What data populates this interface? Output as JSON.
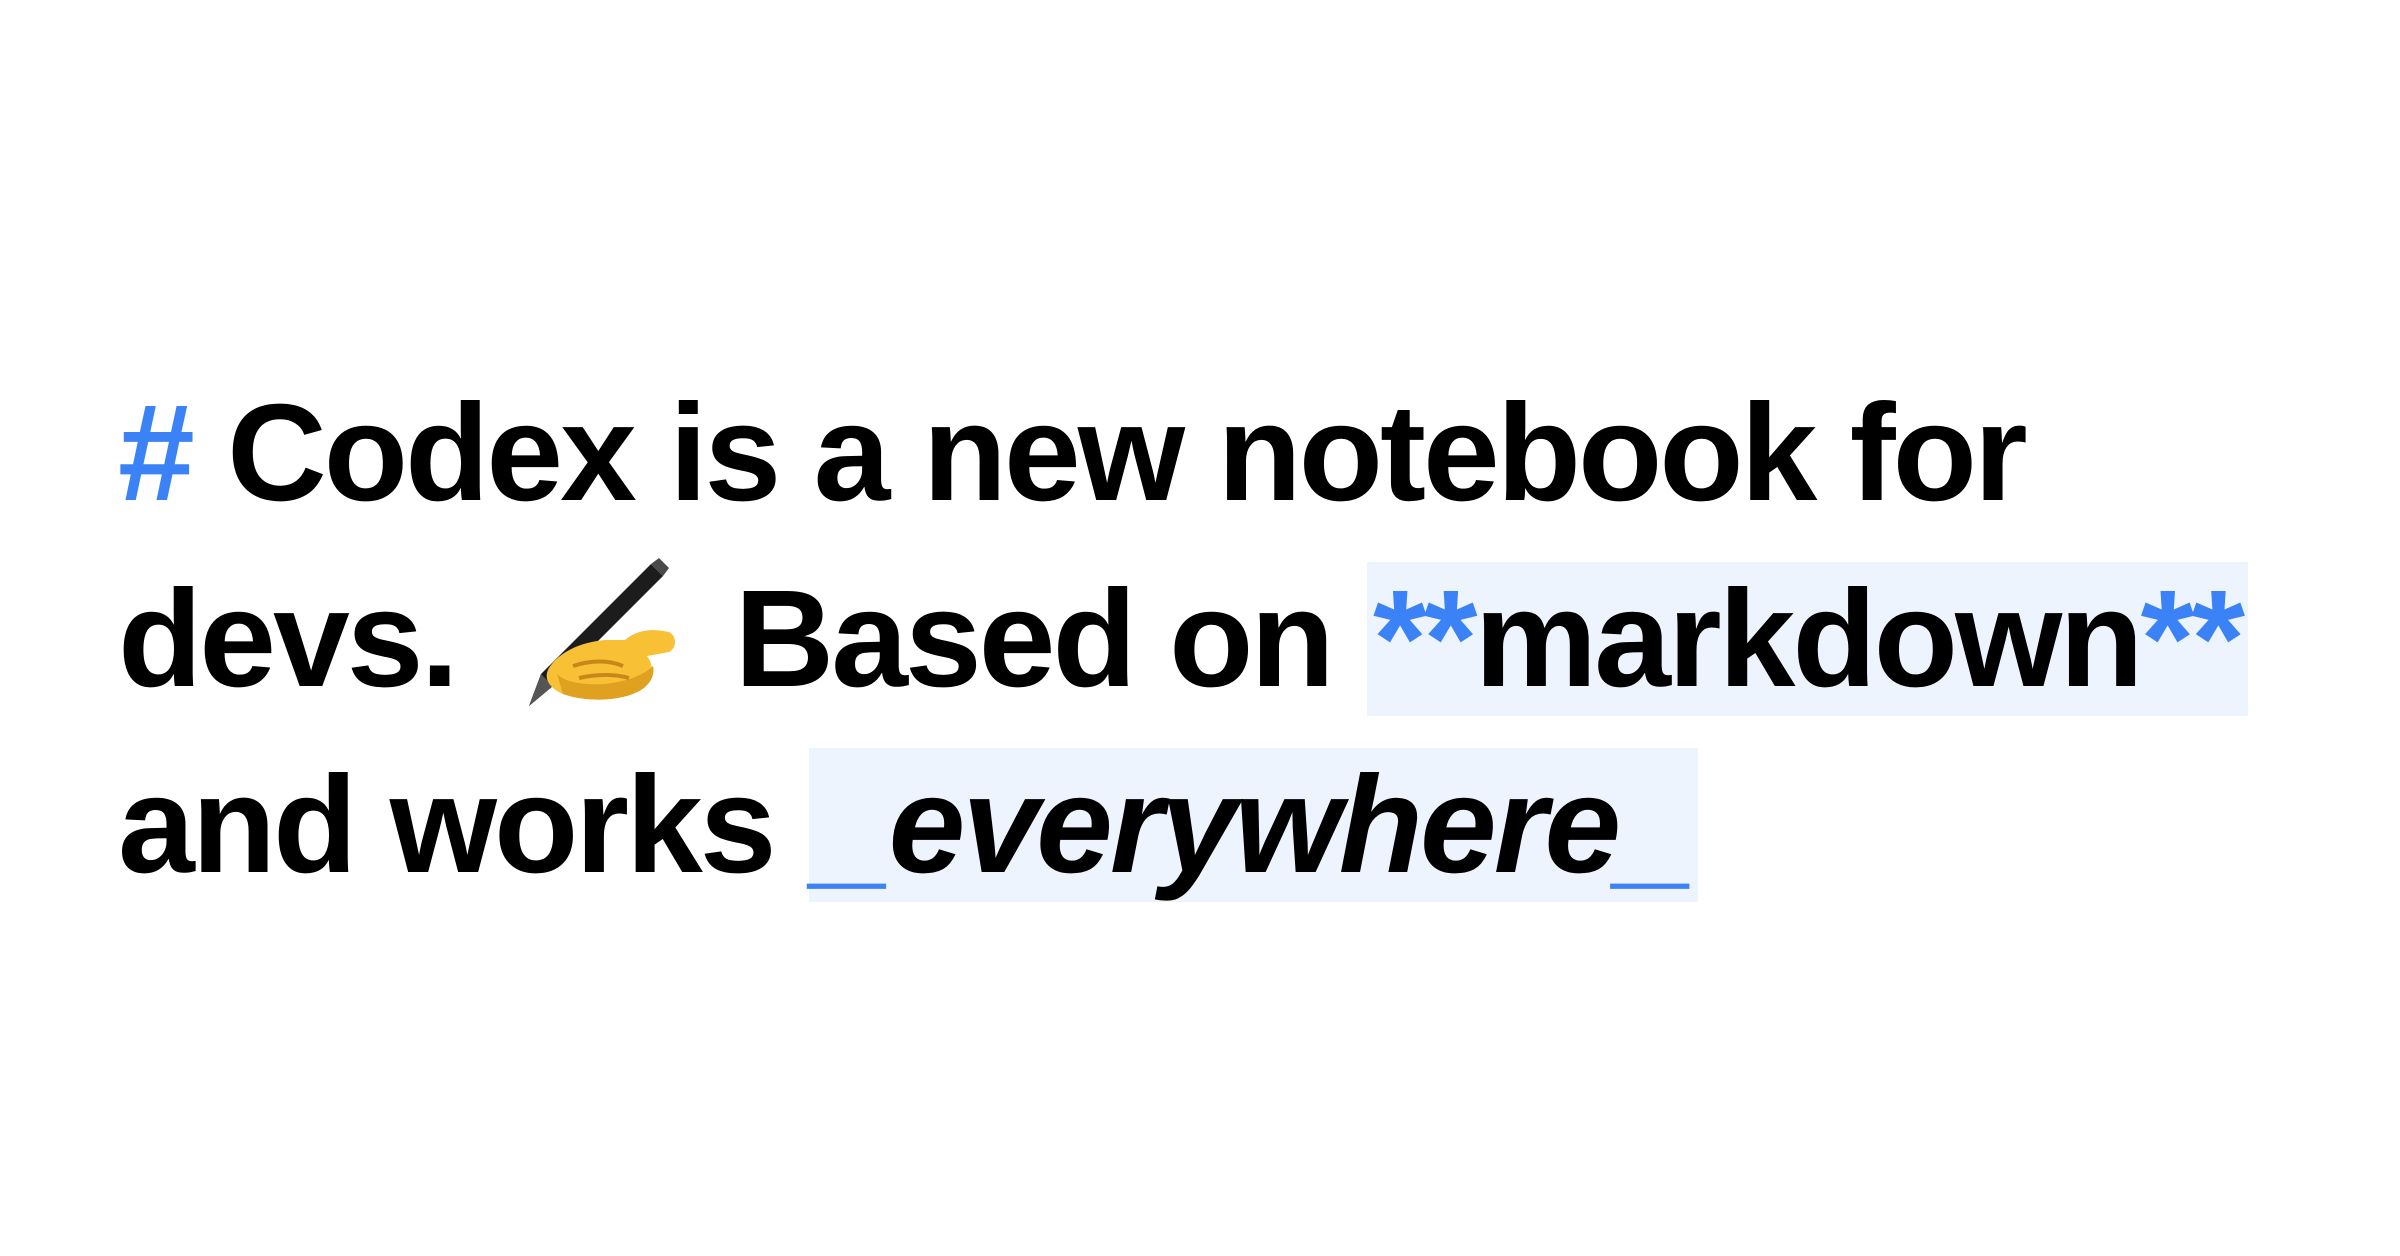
{
  "headline": {
    "heading_marker": "#",
    "line1_text": "Codex is a new notebook for",
    "line2_text_a": "devs.",
    "emoji_icon": "writing-hand-icon",
    "line2_text_b": "Based on",
    "bold_marker_open": "**",
    "bold_word": "markdown",
    "bold_marker_close": "**",
    "line3_text": "and works",
    "italic_marker_open": "_",
    "italic_word": "everywhere",
    "italic_marker_close": "_"
  },
  "colors": {
    "accent": "#3b82f6",
    "highlight_bg": "#eef4fd",
    "text": "#000000",
    "background": "#ffffff"
  }
}
